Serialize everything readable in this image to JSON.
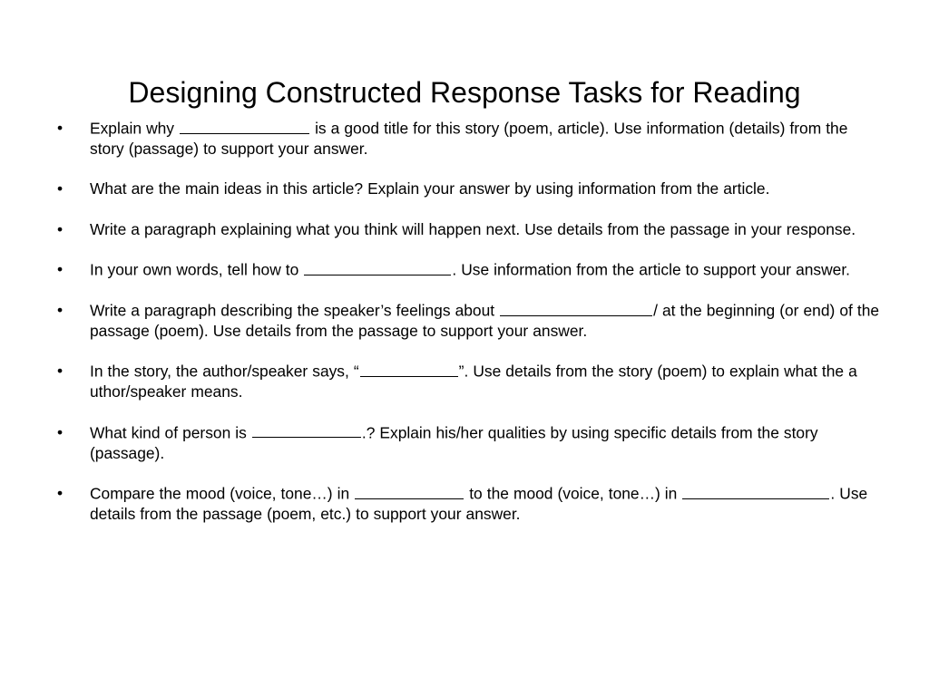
{
  "slide": {
    "title": "Designing Constructed  Response Tasks for Reading",
    "bullet_marker": "•",
    "background_color": "#ffffff",
    "text_color": "#000000"
  },
  "bullets": [
    {
      "id": "bullet-title-prompt",
      "segments": [
        {
          "type": "text",
          "value": "Explain why "
        },
        {
          "type": "blank",
          "size": "lg"
        },
        {
          "type": "text",
          "value": " is a good title for this story (poem, article).  Use information (details) from the story (passage) to support your answer."
        }
      ],
      "plain_text": "Explain why ______________ is a good title for this story (poem, article).  Use information (details) from the story (passage) to support your answer."
    },
    {
      "id": "bullet-main-ideas",
      "segments": [
        {
          "type": "text",
          "value": "What are the main ideas in this article?  Explain your answer by using information from the article."
        }
      ],
      "plain_text": "What are the main ideas in this article?  Explain your answer by using information from the article."
    },
    {
      "id": "bullet-predict-next",
      "segments": [
        {
          "type": "text",
          "value": "Write a paragraph explaining what you think will happen next.  Use details from the passage in your response."
        }
      ],
      "plain_text": "Write a paragraph explaining what you think will happen next.  Use details from the passage in your response."
    },
    {
      "id": "bullet-own-words",
      "segments": [
        {
          "type": "text",
          "value": "In your own words, tell how to "
        },
        {
          "type": "blank",
          "size": "xl"
        },
        {
          "type": "text",
          "value": ".  Use information from the article to support your answer."
        }
      ],
      "plain_text": "In your own words, tell how to __________________.  Use information from the article to support your answer."
    },
    {
      "id": "bullet-speaker-feelings",
      "segments": [
        {
          "type": "text",
          "value": "Write a paragraph describing the speaker’s feelings about "
        },
        {
          "type": "blank",
          "size": "xxl"
        },
        {
          "type": "text",
          "value": "/ at the beginning (or end) of the passage (poem).  Use details from the passage to support your answer."
        }
      ],
      "plain_text": "Write a paragraph describing the speaker’s feelings about ___________________/ at the beginning (or end) of the passage (poem).  Use details from the passage to support your answer."
    },
    {
      "id": "bullet-author-says",
      "segments": [
        {
          "type": "text",
          "value": "In the story, the author/speaker says, “"
        },
        {
          "type": "blank",
          "size": "sm"
        },
        {
          "type": "text",
          "value": "”.  Use details from the story (poem) to explain what the a uthor/speaker means."
        }
      ],
      "plain_text": "In the story, the author/speaker says, “____________”.  Use details from the story (poem) to explain what the a uthor/speaker means."
    },
    {
      "id": "bullet-kind-of-person",
      "segments": [
        {
          "type": "text",
          "value": "What kind of person is "
        },
        {
          "type": "blank",
          "size": "md"
        },
        {
          "type": "text",
          "value": ".? Explain his/her qualities by using specific details from the story (passage)."
        }
      ],
      "plain_text": "What kind of person is ___________.? Explain his/her qualities by using specific details from the story (passage)."
    },
    {
      "id": "bullet-compare-mood",
      "segments": [
        {
          "type": "text",
          "value": "Compare the mood (voice, tone…) in "
        },
        {
          "type": "blank",
          "size": "md"
        },
        {
          "type": "text",
          "value": " to the mood (voice, tone…) in "
        },
        {
          "type": "blank",
          "size": "xl"
        },
        {
          "type": "text",
          "value": ".  Use details from the passage (poem, etc.) to support your answer."
        }
      ],
      "plain_text": "Compare the mood (voice, tone…) in ___________ to the mood (voice, tone…) in __________________.  Use details from the passage (poem, etc.) to support your answer."
    }
  ]
}
